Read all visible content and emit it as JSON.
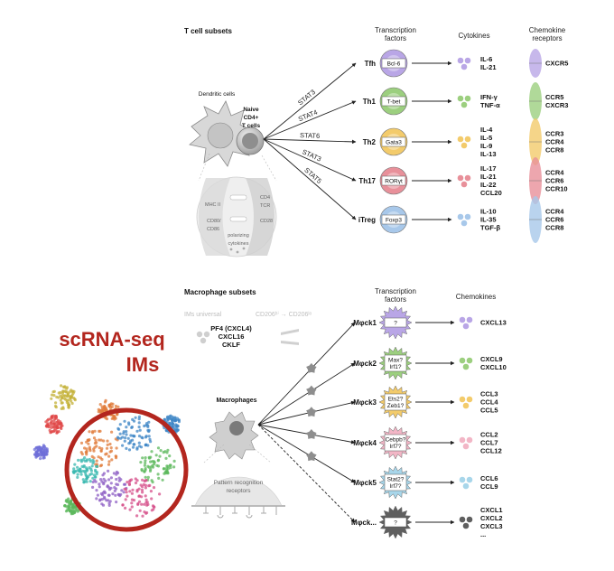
{
  "tcell": {
    "title": "T cell subsets",
    "headers": {
      "tf": "Transcription\nfactors",
      "cytokines": "Cytokines",
      "chemokine": "Chemokine\nreceptors"
    },
    "dendritic_label": "Dendritic cells",
    "naive_label": "Naive\nCD4+\nT cells",
    "synapse": {
      "mhc": "MHC II",
      "cd4tcr": "CD4\nTCR",
      "cd80": "CD80/\nCD86",
      "cd28": "CD28",
      "polarizing": "polarizing\ncytokines"
    },
    "subsets": [
      {
        "name": "Tfh",
        "stat": "STAT3",
        "tf": "Bcl-6",
        "cytokines": [
          "IL-6",
          "IL-21"
        ],
        "receptors": [
          "CXCR5"
        ],
        "color": "#b9a6e6"
      },
      {
        "name": "Th1",
        "stat": "STAT4",
        "tf": "T-bet",
        "cytokines": [
          "IFN-γ",
          "TNF-α"
        ],
        "receptors": [
          "CCR5",
          "CXCR3"
        ],
        "color": "#9ccf7f"
      },
      {
        "name": "Th2",
        "stat": "STAT6",
        "tf": "Gata3",
        "cytokines": [
          "IL-4",
          "IL-5",
          "IL-9",
          "IL-13"
        ],
        "receptors": [
          "CCR3",
          "CCR4",
          "CCR8"
        ],
        "color": "#f3cb6b"
      },
      {
        "name": "Th17",
        "stat": "STAT3",
        "tf": "RORγt",
        "cytokines": [
          "IL-17",
          "IL-21",
          "IL-22",
          "CCL20"
        ],
        "receptors": [
          "CCR4",
          "CCR6",
          "CCR10"
        ],
        "color": "#e8909a"
      },
      {
        "name": "iTreg",
        "stat": "STAT5",
        "tf": "Foxp3",
        "cytokines": [
          "IL-10",
          "IL-35",
          "TGF-β"
        ],
        "receptors": [
          "CCR4",
          "CCR6",
          "CCR8"
        ],
        "color": "#a8c8ea"
      }
    ]
  },
  "macro": {
    "title": "Macrophage subsets",
    "headers": {
      "tf": "Transcription\nfactors",
      "chemokines": "Chemokines"
    },
    "ims_universal": "IMs universal",
    "cd206": "CD206ʰⁱ → CD206ˡᵒ",
    "universal_chemokines": [
      "PF4 (CXCL4)",
      "CXCL16",
      "CKLF"
    ],
    "macrophages_label": "Macrophages",
    "prr_label": "Pattern recognition\nreceptors",
    "subsets": [
      {
        "name": "Mφck1",
        "tf": "?",
        "chemokines": [
          "CXCL13"
        ],
        "color": "#b9a6e6"
      },
      {
        "name": "Mφck2",
        "tf": "Max?\nIrf1?",
        "chemokines": [
          "CXCL9",
          "CXCL10"
        ],
        "color": "#9ccf7f"
      },
      {
        "name": "Mφck3",
        "tf": "Ets2?\nZeb1?",
        "chemokines": [
          "CCL3",
          "CCL4",
          "CCL5"
        ],
        "color": "#f3cb6b"
      },
      {
        "name": "Mφck4",
        "tf": "Cebpb?\nIrf7?",
        "chemokines": [
          "CCL2",
          "CCL7",
          "CCL12"
        ],
        "color": "#f2b6c6"
      },
      {
        "name": "Mφck5",
        "tf": "Stat2?\nIrf7?",
        "chemokines": [
          "CCL6",
          "CCL9"
        ],
        "color": "#a8d6ea"
      },
      {
        "name": "Mφck...",
        "tf": "?",
        "chemokines": [
          "CXCL1",
          "CXCL2",
          "CXCL3",
          "..."
        ],
        "color": "#5f5f5f"
      }
    ]
  },
  "scrna": {
    "line1": "scRNA-seq",
    "line2": "IMs"
  },
  "colors": {
    "ring": "#b3261e",
    "arrow": "#222222"
  }
}
